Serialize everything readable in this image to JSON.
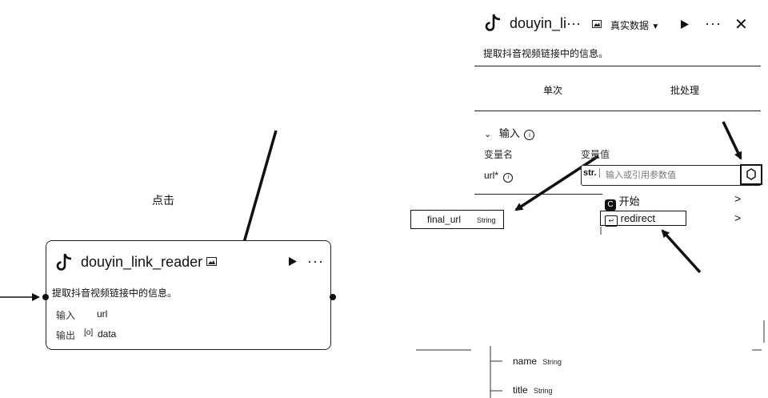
{
  "canvas": {
    "click_label": "点击",
    "node": {
      "title": "douyin_link_reader",
      "description": "提取抖音视频链接中的信息。",
      "input_label": "输入",
      "input_value": "url",
      "output_label": "输出",
      "output_value": "data",
      "output_type_glyph": "[o]"
    }
  },
  "panel": {
    "title": "douyin_li···",
    "mode_label": "真实数据",
    "description": "提取抖音视频链接中的信息。",
    "tabs": [
      "单次",
      "批处理"
    ],
    "section_title": "输入",
    "col_name": "变量名",
    "col_value": "变量值",
    "param_name": "url*",
    "type_tag": "str.",
    "input_placeholder": "输入或引用参数值",
    "menu_items": [
      {
        "label": "开始"
      },
      {
        "label": "redirect"
      }
    ],
    "output_fields": [
      {
        "name": "final_url",
        "type": "String"
      },
      {
        "name": "name",
        "type": "String"
      },
      {
        "name": "title",
        "type": "String"
      }
    ]
  },
  "icons": {
    "logo": "tiktok-logo-icon",
    "image": "image-icon",
    "run": "play-icon",
    "more": "more-icon",
    "close": "close-icon",
    "info": "info-icon",
    "reference": "reference-icon",
    "chevron": "chevron-right-icon"
  }
}
